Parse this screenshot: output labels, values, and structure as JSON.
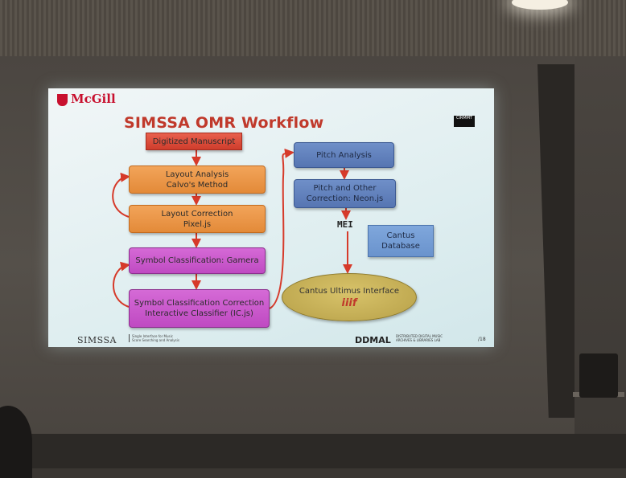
{
  "slide": {
    "logo": "McGill",
    "title": "SIMSSA OMR Workflow",
    "corner_logo": "CIRMMT",
    "boxes": {
      "digitized": "Digitized Manuscript",
      "layout_line1": "Layout Analysis",
      "layout_line2": "Calvo's Method",
      "correction_line1": "Layout Correction",
      "correction_line2": "Pixel.js",
      "symbol": "Symbol Classification: Gamera",
      "symcorr_line1": "Symbol Classification Correction",
      "symcorr_line2": "Interactive Classifier (IC.js)",
      "pitch": "Pitch Analysis",
      "neon_line1": "Pitch and Other",
      "neon_line2": "Correction: Neon.js",
      "mei": "MEI",
      "cantus_db_line1": "Cantus",
      "cantus_db_line2": "Database",
      "ultimus": "Cantus Ultimus Interface",
      "iiif": "iiif"
    },
    "footer": {
      "simssa": "SIMSSA",
      "simssa_sub_line1": "Single Interface for Music",
      "simssa_sub_line2": "Score Searching and Analysis",
      "ddmal": "DDMAL",
      "ddmal_sub_line1": "DISTRIBUTED DIGITAL MUSIC",
      "ddmal_sub_line2": "ARCHIVES & LIBRARIES LAB",
      "page": "/18"
    }
  },
  "colors": {
    "title": "#c0392b",
    "arrow": "#d63a2a",
    "red_box": "#cf3d2c",
    "orange_box": "#e38a38",
    "purple_box": "#bf4ac2",
    "blue_box": "#5675b2",
    "ellipse": "#b7a048"
  }
}
